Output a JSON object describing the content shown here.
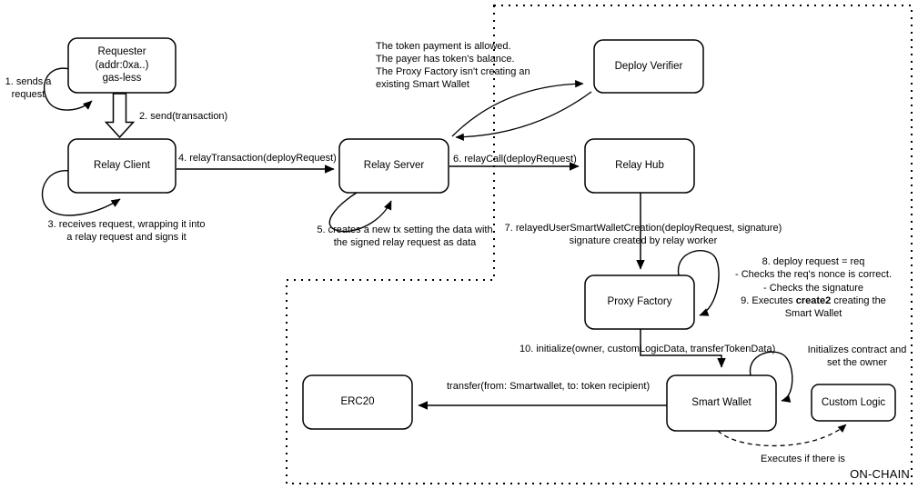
{
  "diagram": {
    "region_label": "ON-CHAIN",
    "colors": {
      "stroke": "#000000",
      "background": "#ffffff"
    },
    "nodes": {
      "requester": {
        "lines": [
          "Requester",
          "(addr:0xa..)",
          "gas-less"
        ]
      },
      "relay_client": {
        "label": "Relay Client"
      },
      "relay_server": {
        "label": "Relay Server"
      },
      "deploy_verifier": {
        "label": "Deploy Verifier"
      },
      "relay_hub": {
        "label": "Relay Hub"
      },
      "proxy_factory": {
        "label": "Proxy Factory"
      },
      "smart_wallet": {
        "label": "Smart Wallet"
      },
      "custom_logic": {
        "label": "Custom Logic"
      },
      "erc20": {
        "label": "ERC20"
      }
    },
    "annotations": {
      "step1": {
        "lines": [
          "1. sends a",
          "request"
        ]
      },
      "step2": {
        "label": "2. send(transaction)"
      },
      "step3": {
        "lines": [
          "3. receives request, wrapping it into",
          "a relay request and signs it"
        ]
      },
      "step4": {
        "label": "4. relayTransaction(deployRequest)"
      },
      "step5": {
        "lines": [
          "5. creates a new tx setting the data with",
          "the signed relay request as data"
        ]
      },
      "step6": {
        "label": "6. relayCall(deployRequest)"
      },
      "step7": {
        "lines": [
          "7. relayedUserSmartWalletCreation(deployRequest, signature)",
          "signature created by relay worker"
        ]
      },
      "verifier_checks": {
        "lines": [
          "The token payment is allowed.",
          "The payer has token's balance.",
          "The Proxy Factory isn't creating an",
          "existing Smart Wallet"
        ]
      },
      "step8_9": {
        "line1": "8. deploy request = req",
        "line2": "- Checks the req's nonce is correct.",
        "line3": "- Checks the signature",
        "line4_prefix": "9. Executes ",
        "line4_bold": "create2",
        "line4_suffix": " creating the",
        "line5": "Smart Wallet"
      },
      "step10": {
        "label": "10. initialize(owner, customLogicData, transferTokenData)"
      },
      "init_note": {
        "lines": [
          "Initializes contract and",
          "set the owner"
        ]
      },
      "transfer": {
        "label": "transfer(from: Smartwallet, to: token recipient)"
      },
      "executes_note": {
        "label": "Executes if there is"
      }
    }
  }
}
